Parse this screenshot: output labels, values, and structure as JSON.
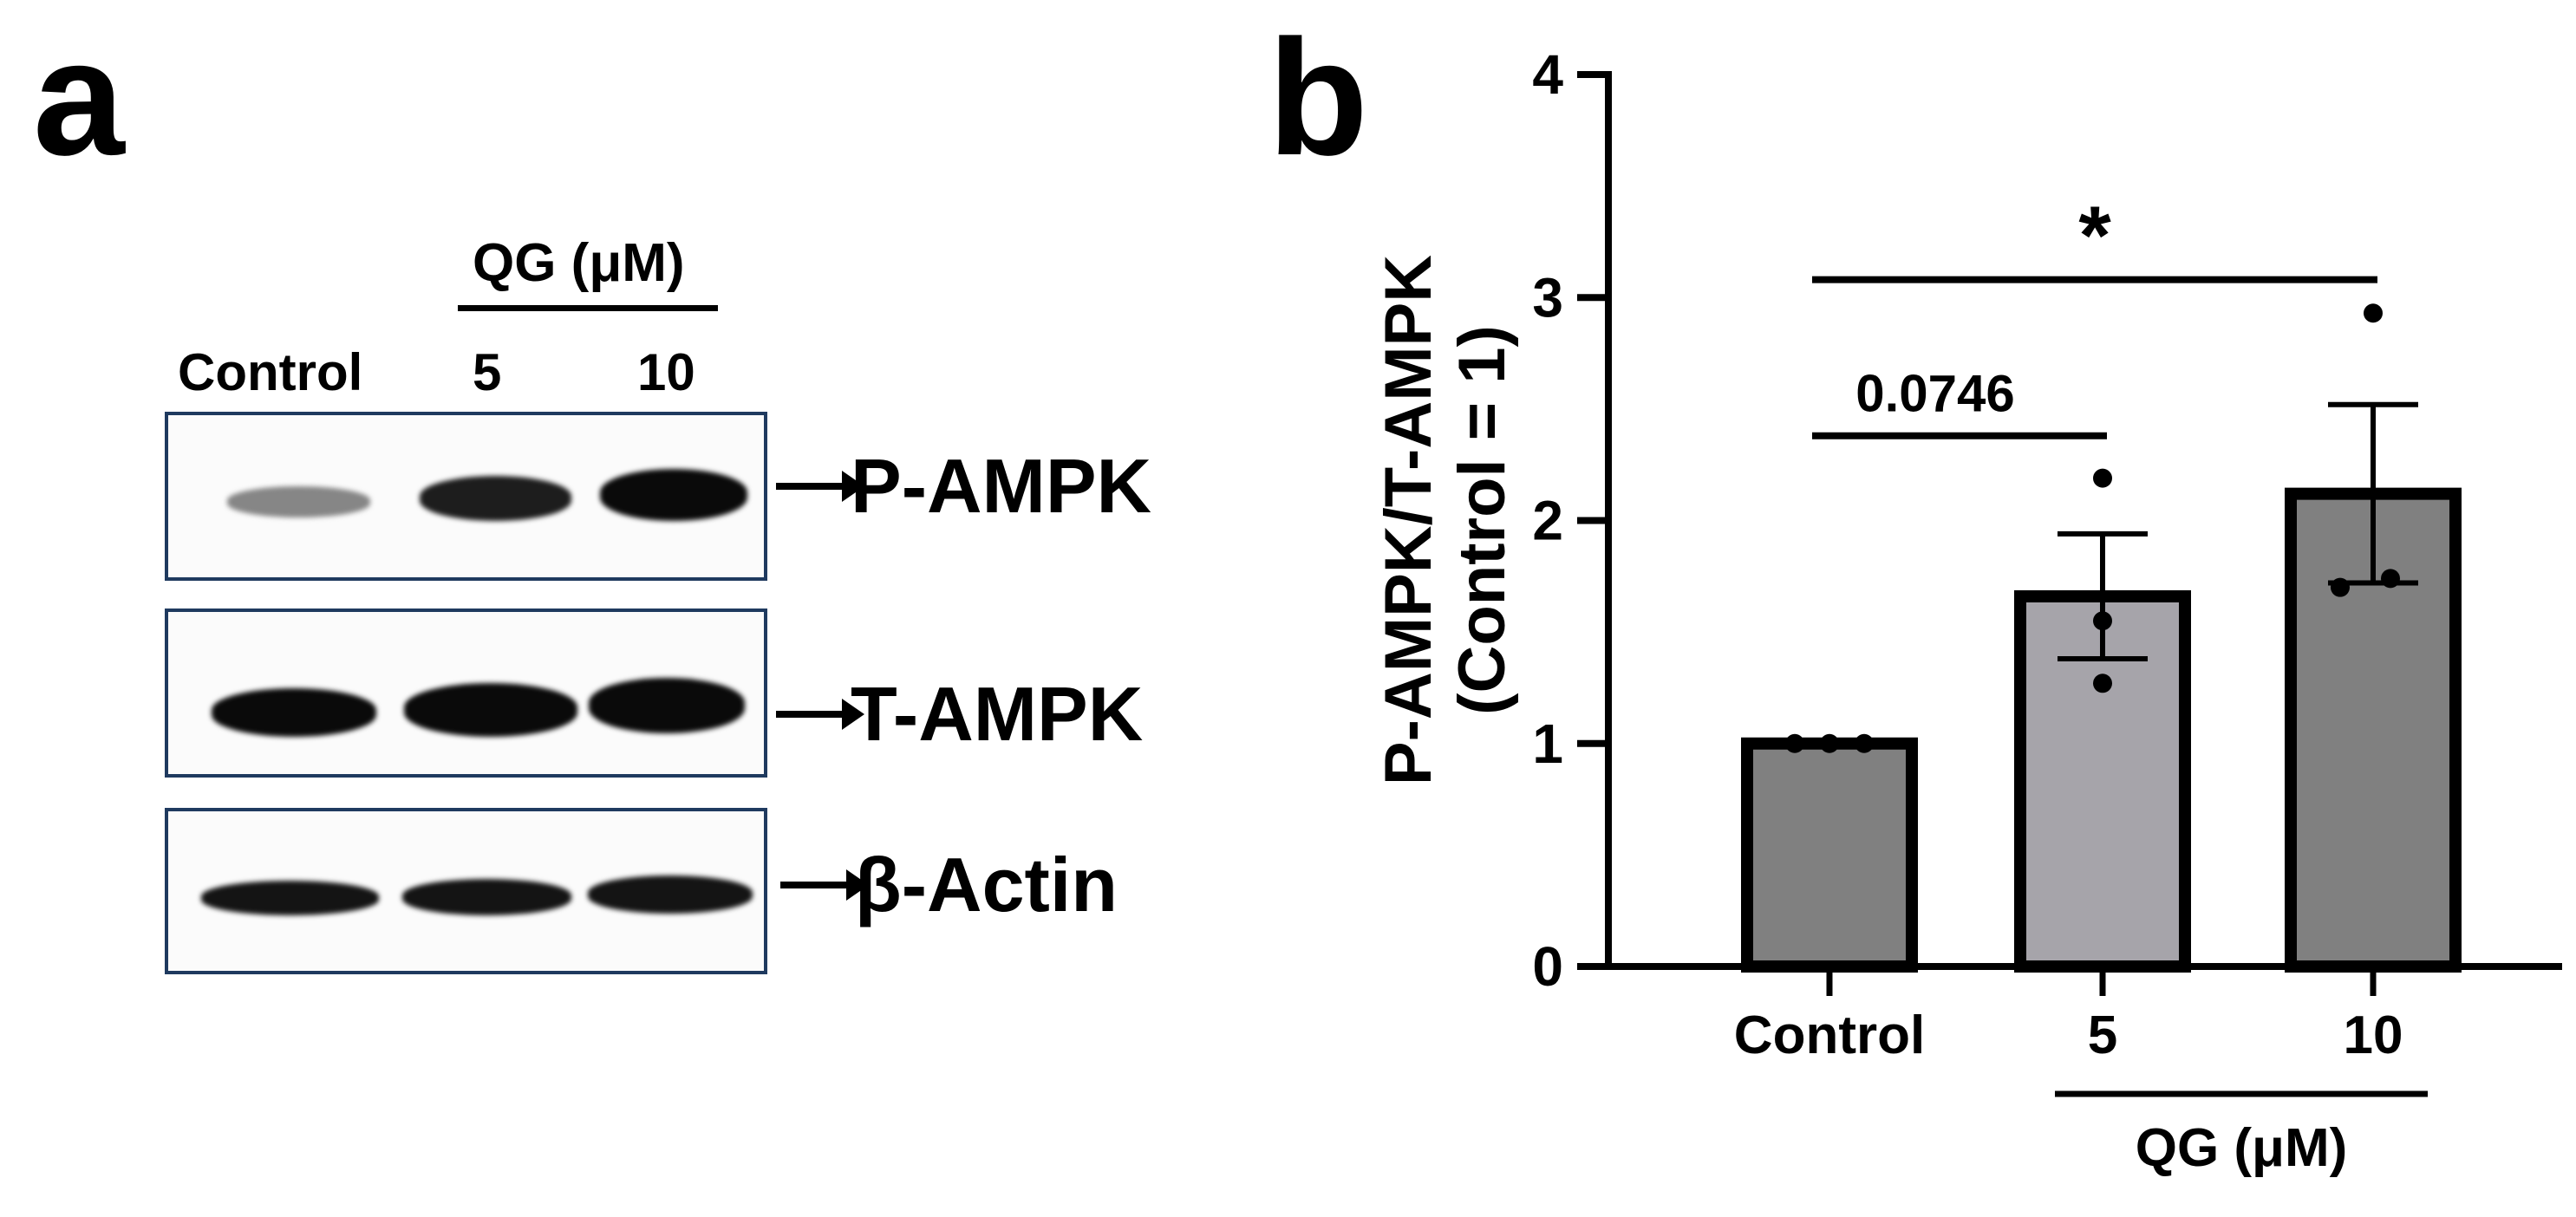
{
  "panel_a": {
    "letter": "a",
    "group_label": "QG  (μM)",
    "lanes": [
      "Control",
      "5",
      "10"
    ],
    "blots": [
      {
        "label": "P-AMPK",
        "intensity": [
          0.35,
          0.9,
          1.0
        ]
      },
      {
        "label": "T-AMPK",
        "intensity": [
          1.0,
          1.0,
          1.0
        ]
      },
      {
        "label": "β-Actin",
        "intensity": [
          0.95,
          0.95,
          0.95
        ]
      }
    ]
  },
  "panel_b": {
    "letter": "b"
  },
  "chart_data": {
    "type": "bar",
    "categories": [
      "Control",
      "5",
      "10"
    ],
    "values": [
      1.0,
      1.66,
      2.12
    ],
    "errors": [
      0.0,
      0.28,
      0.4
    ],
    "points": [
      [
        1.0,
        1.0,
        1.0
      ],
      [
        2.19,
        1.55,
        1.27
      ],
      [
        2.93,
        1.7,
        1.74
      ]
    ],
    "bar_colors": [
      "#808080",
      "#a6a4aa",
      "#808080"
    ],
    "ylabel_line1": "P-AMPK/T-AMPK",
    "ylabel_line2": "(Control = 1)",
    "xgroup_label": "QG (μM)",
    "ylim": [
      0,
      4
    ],
    "yticks": [
      "0",
      "1",
      "2",
      "3",
      "4"
    ],
    "annotations": [
      {
        "text": "*",
        "from": "Control",
        "to": "10",
        "y": 3.08
      },
      {
        "text": "0.0746",
        "from": "Control",
        "to": "5",
        "y": 2.38
      }
    ]
  }
}
